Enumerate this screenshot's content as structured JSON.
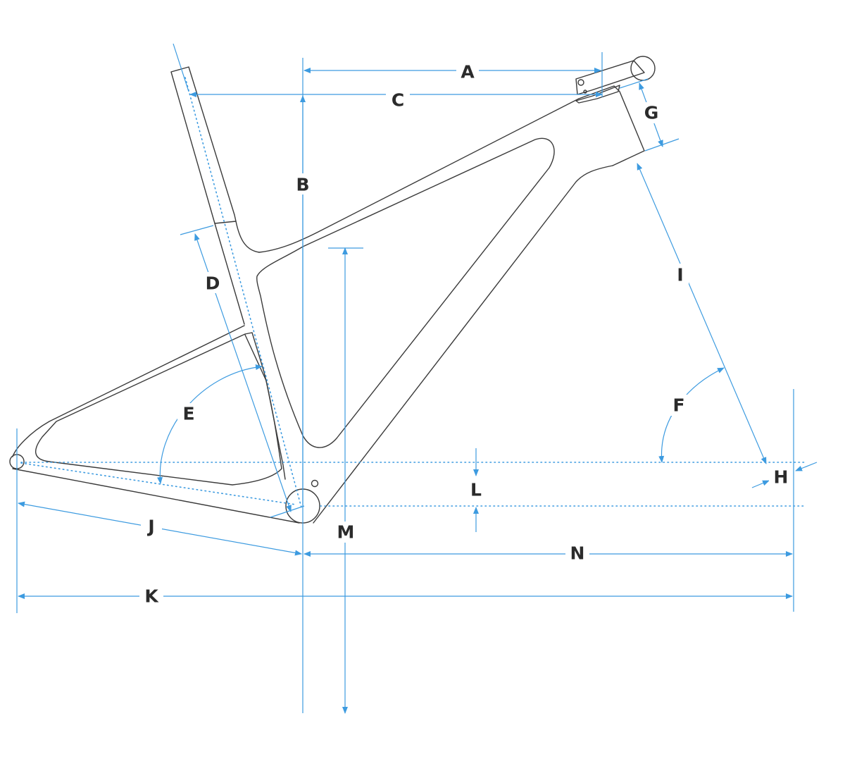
{
  "colors": {
    "frame_stroke": "#3a3a3a",
    "dimension_stroke": "#3d9be0",
    "label_text": "#2b2b2b",
    "background": "#ffffff"
  },
  "labels": {
    "a": "A",
    "b": "B",
    "c": "C",
    "d": "D",
    "e": "E",
    "f": "F",
    "g": "G",
    "h": "H",
    "i": "I",
    "j": "J",
    "k": "K",
    "l": "L",
    "m": "M",
    "n": "N"
  }
}
